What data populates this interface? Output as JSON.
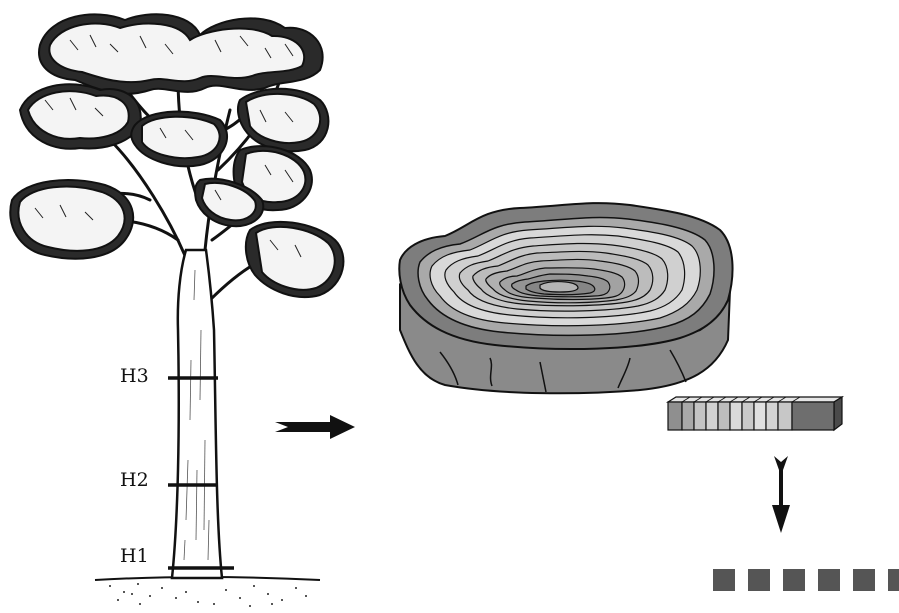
{
  "height_labels": {
    "h3": "H3",
    "h2": "H2",
    "h1": "H1"
  },
  "samples": {
    "square_count": 6,
    "square_color": "#555555"
  },
  "colors": {
    "bark": "#7a7a7a",
    "outer_wood": "#9a9a9a",
    "ring_light": "#cfcfcf",
    "ring_dark": "#7f7f7f",
    "pith": "#b8b8b8"
  }
}
